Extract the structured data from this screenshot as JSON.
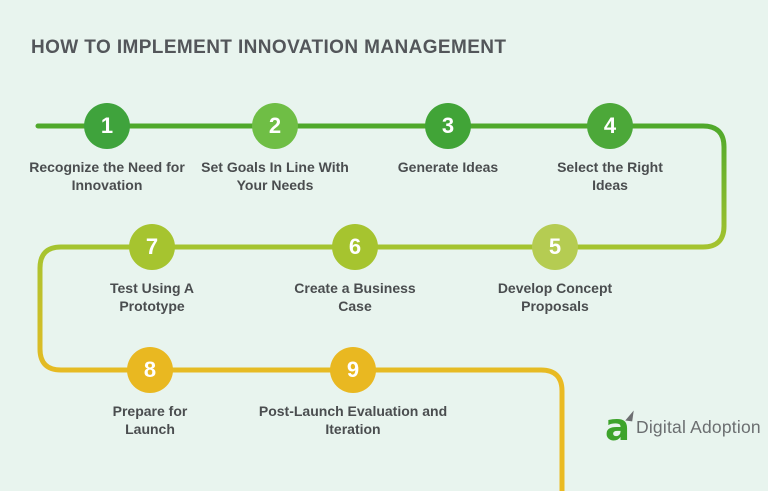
{
  "title": "HOW TO IMPLEMENT INNOVATION MANAGEMENT",
  "steps": [
    {
      "number": "1",
      "label": "Recognize the Need for Innovation",
      "color": "#3FA33C"
    },
    {
      "number": "2",
      "label": "Set Goals In Line With Your Needs",
      "color": "#6FBE45"
    },
    {
      "number": "3",
      "label": "Generate Ideas",
      "color": "#41A437"
    },
    {
      "number": "4",
      "label": "Select the Right Ideas",
      "color": "#4CA839"
    },
    {
      "number": "5",
      "label": "Develop Concept Proposals",
      "color": "#B5CC52"
    },
    {
      "number": "6",
      "label": "Create a Business Case",
      "color": "#A6C42F"
    },
    {
      "number": "7",
      "label": "Test Using A Prototype",
      "color": "#A6C42F"
    },
    {
      "number": "8",
      "label": "Prepare for Launch",
      "color": "#E9B821"
    },
    {
      "number": "9",
      "label": "Post-Launch Evaluation and Iteration",
      "color": "#E9B821"
    }
  ],
  "colors": {
    "background": "#E8F4EE",
    "path_start": "#4BA72B",
    "path_middle": "#A6C42F",
    "path_end": "#EABA22",
    "title": "#53565A",
    "label": "#4A4D4F"
  },
  "logo": {
    "mark": "a",
    "mark_color": "#3DA32B",
    "text": "Digital Adoption",
    "text_color": "#6B6E70"
  }
}
